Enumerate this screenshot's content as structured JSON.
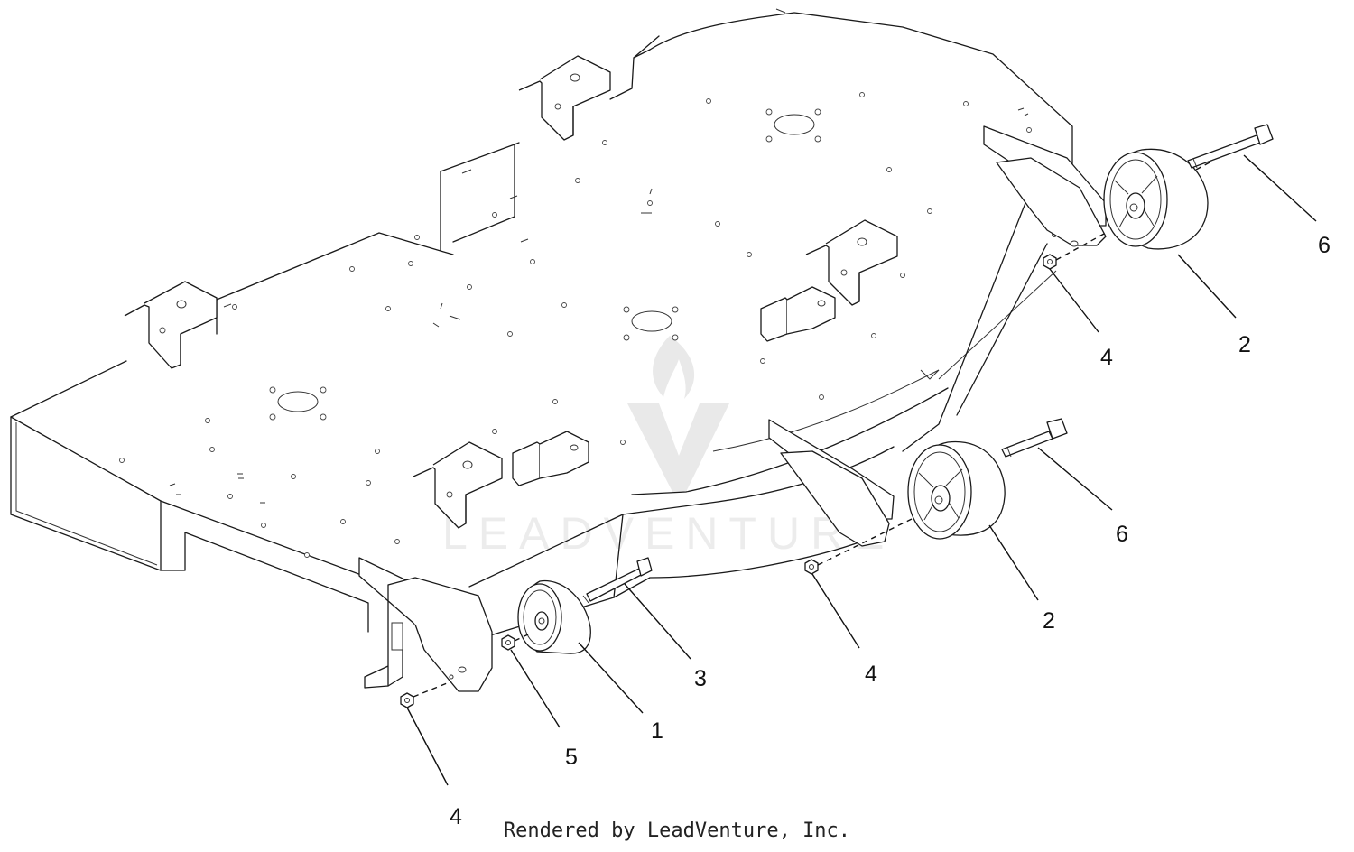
{
  "watermark": {
    "text": "LEADVENTURE"
  },
  "callouts": [
    {
      "id": "c1",
      "label": "1"
    },
    {
      "id": "c2a",
      "label": "2"
    },
    {
      "id": "c2b",
      "label": "2"
    },
    {
      "id": "c3",
      "label": "3"
    },
    {
      "id": "c4a",
      "label": "4"
    },
    {
      "id": "c4b",
      "label": "4"
    },
    {
      "id": "c4c",
      "label": "4"
    },
    {
      "id": "c5",
      "label": "5"
    },
    {
      "id": "c6a",
      "label": "6"
    },
    {
      "id": "c6b",
      "label": "6"
    }
  ],
  "footer": {
    "credit": "Rendered by LeadVenture, Inc."
  }
}
